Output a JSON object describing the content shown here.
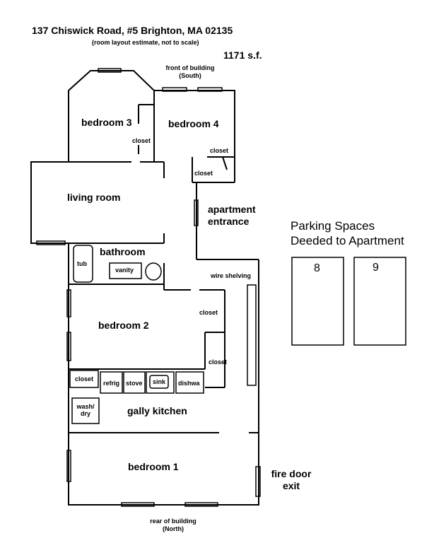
{
  "header": {
    "address": "137 Chiswick Road, #5 Brighton, MA 02135",
    "note": "(room layout estimate, not to scale)",
    "area": "1171 s.f."
  },
  "orientation": {
    "front_line1": "front of building",
    "front_line2": "(South)",
    "rear_line1": "rear of building",
    "rear_line2": "(North)"
  },
  "rooms": {
    "bedroom3": "bedroom 3",
    "bedroom4": "bedroom 4",
    "living": "living room",
    "entrance_line1": "apartment",
    "entrance_line2": "entrance",
    "bathroom": "bathroom",
    "bedroom2": "bedroom 2",
    "kitchen": "gally kitchen",
    "bedroom1": "bedroom 1",
    "fire_line1": "fire door",
    "fire_line2": "exit"
  },
  "fixtures": {
    "closet_b3": "closet",
    "closet_b4": "closet",
    "closet_hall": "closet",
    "tub": "tub",
    "vanity": "vanity",
    "wire_shelving": "wire shelving",
    "closet_b2_upper": "closet",
    "closet_b2_lower": "closet",
    "closet_kitchen": "closet",
    "refrig": "refrig",
    "stove": "stove",
    "sink": "sink",
    "dishwa": "dishwa",
    "washdry_line1": "wash/",
    "washdry_line2": "dry"
  },
  "parking": {
    "line1": "Parking Spaces",
    "line2": "Deeded to Apartment",
    "spaces": [
      "8",
      "9"
    ]
  }
}
